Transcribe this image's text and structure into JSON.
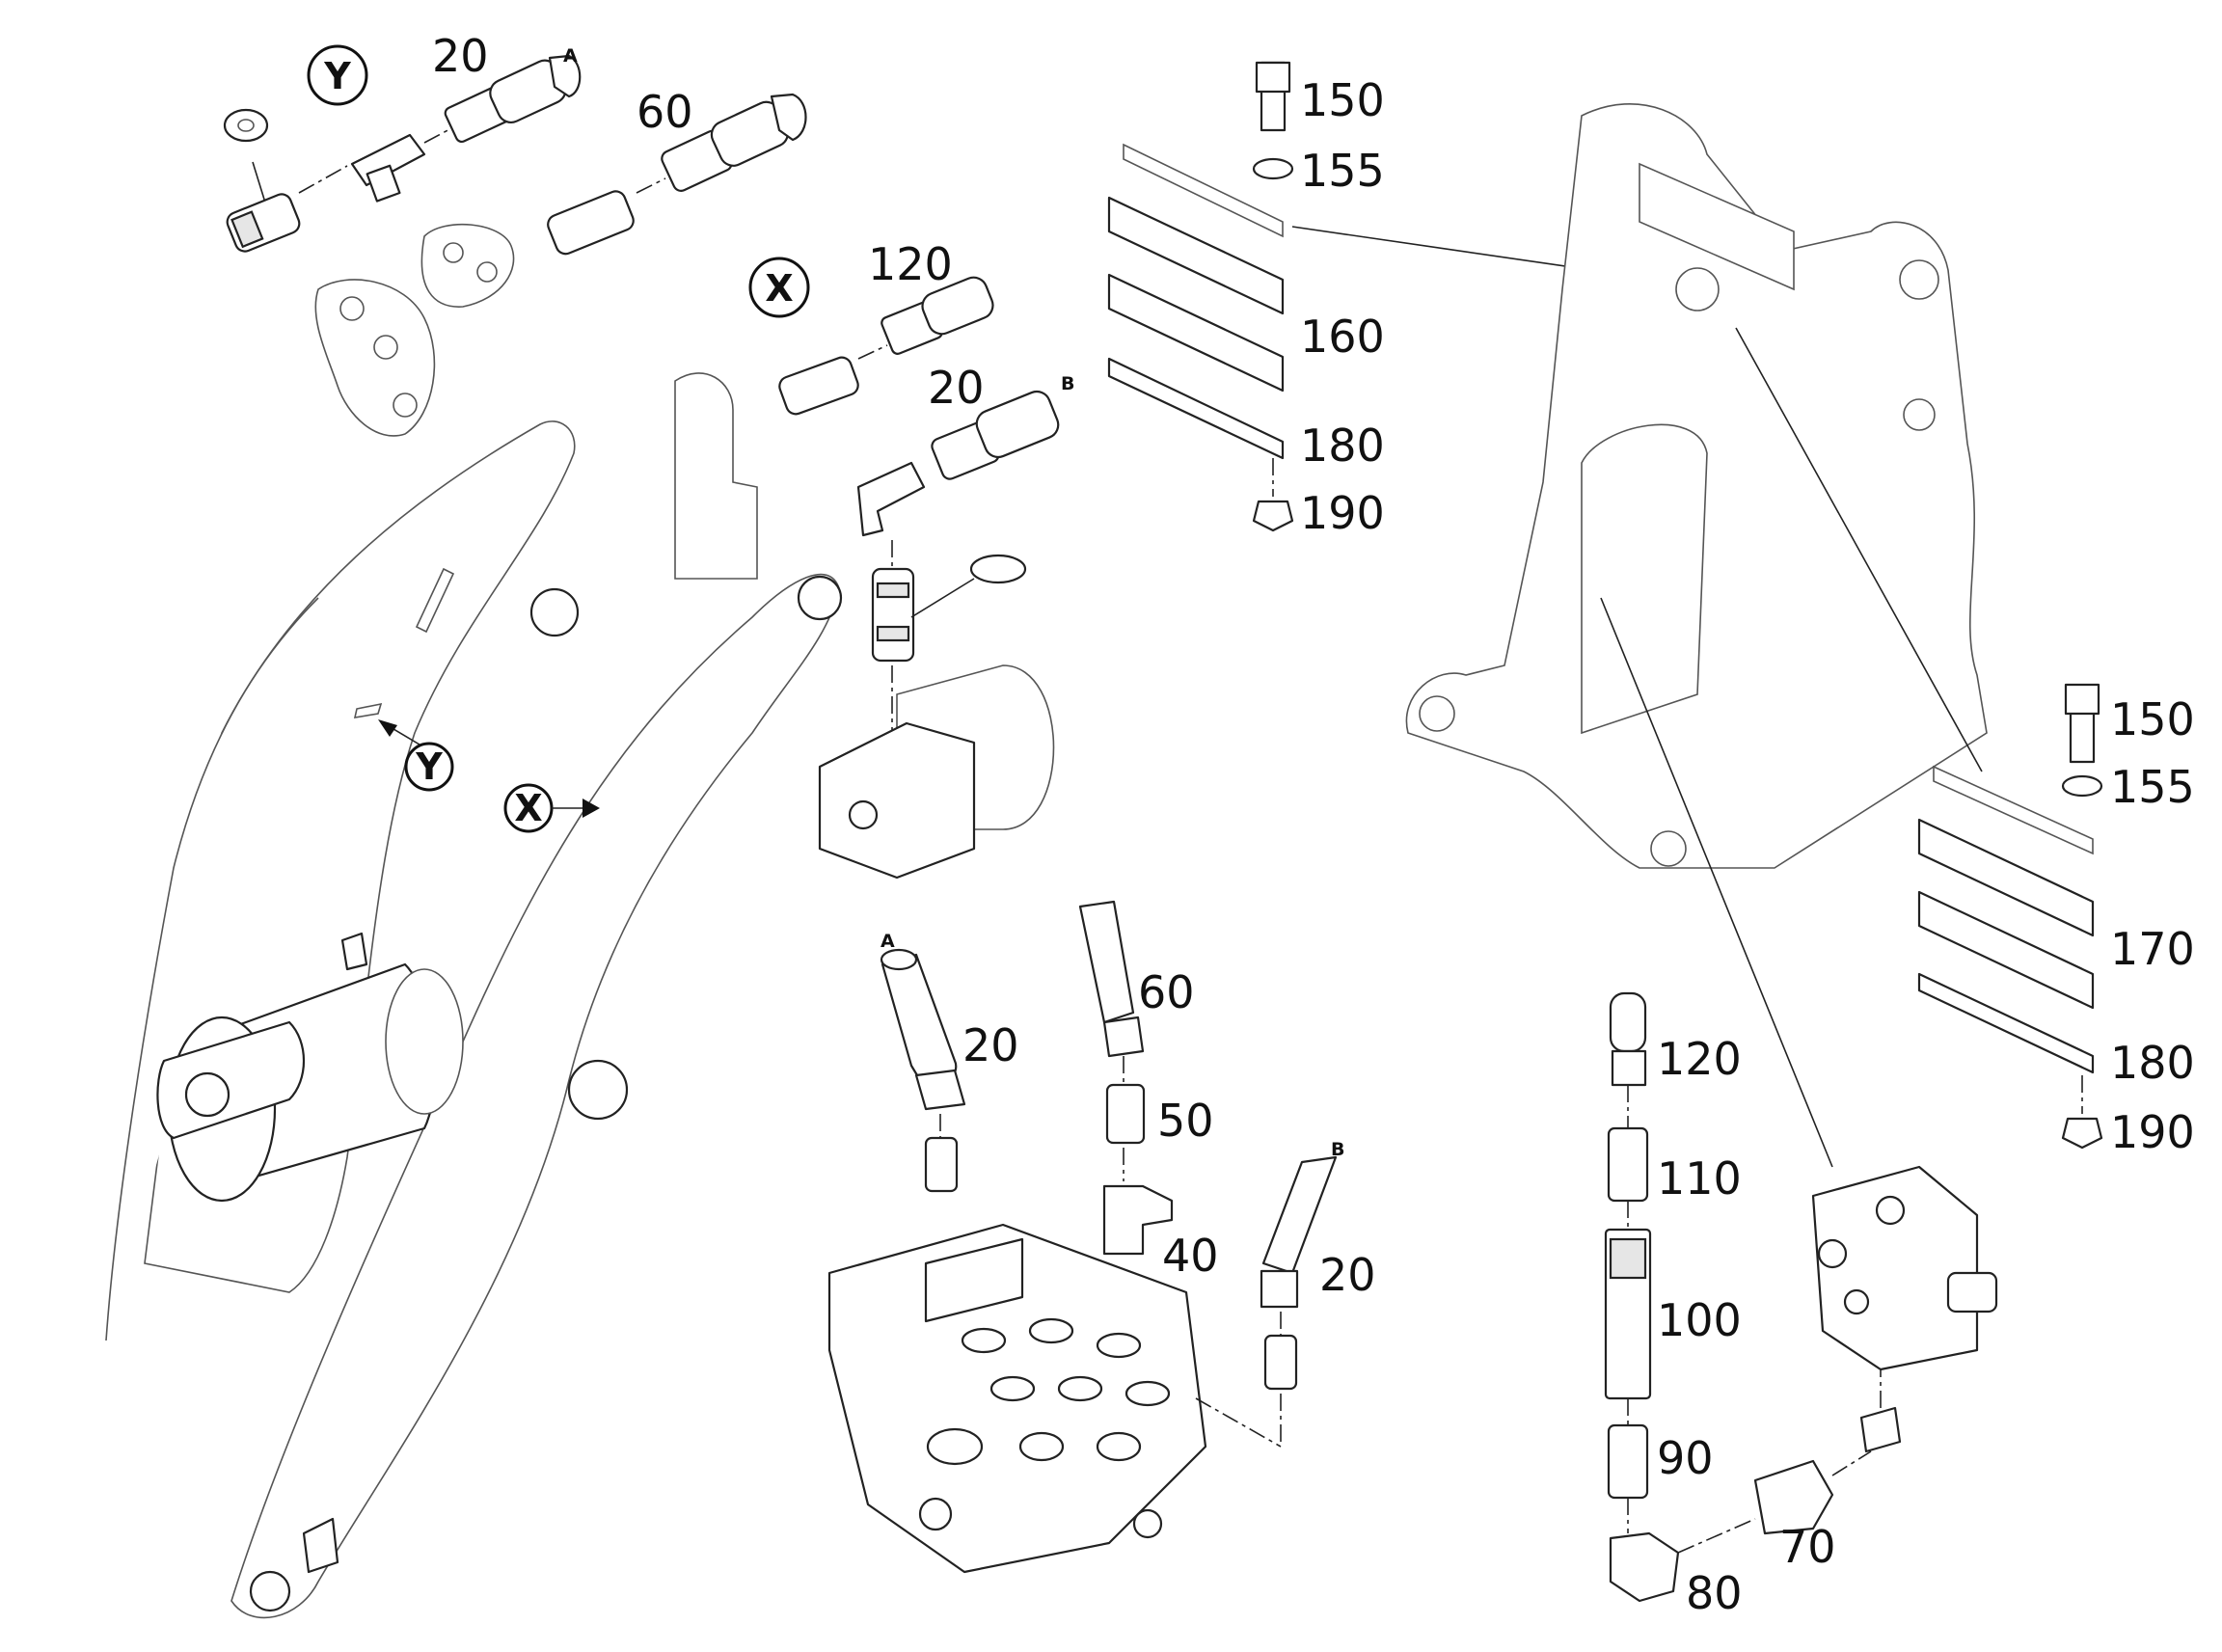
{
  "callouts": {
    "c20_top": "20",
    "c60_top": "60",
    "c120_top": "120",
    "c20_mid": "20",
    "c150_top": "150",
    "c155_top": "155",
    "c160": "160",
    "c180_top": "180",
    "c190_top": "190",
    "c150_right": "150",
    "c155_right": "155",
    "c170": "170",
    "c180_right": "180",
    "c190_right": "190",
    "c20_valve_left": "20",
    "c60_valve": "60",
    "c50": "50",
    "c40": "40",
    "c20_valve_right": "20",
    "c120_bottom": "120",
    "c110": "110",
    "c100": "100",
    "c90": "90",
    "c80": "80",
    "c70": "70"
  },
  "detail_markers": {
    "y_top": "Y",
    "x_top": "X",
    "y_arm": "Y",
    "x_arm": "X"
  },
  "hose_labels": {
    "a_top": "A",
    "b_mid": "B",
    "a_valve": "A",
    "b_valve": "B"
  }
}
